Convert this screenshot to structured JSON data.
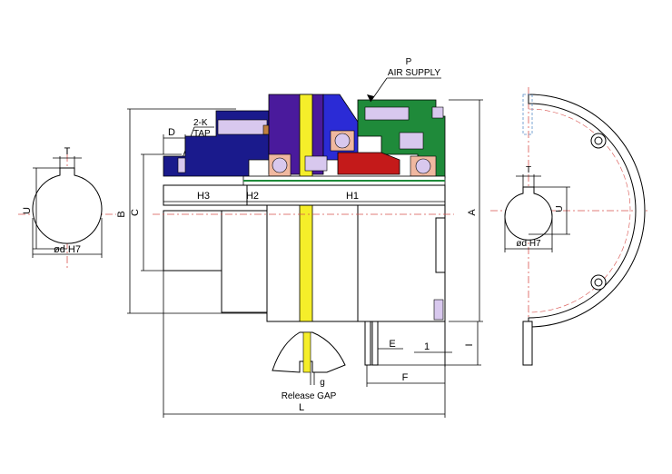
{
  "labels": {
    "T_left": "T",
    "U_left": "U",
    "B": "B",
    "C": "C",
    "D": "D",
    "tap_top": "2-K",
    "tap_bottom": "TAP",
    "H3": "H3",
    "H2": "H2",
    "H1": "H1",
    "P": "P",
    "air_supply": "AIR  SUPPLY",
    "A": "A",
    "E": "E",
    "one": "1",
    "I": "I",
    "F": "F",
    "g": "g",
    "release_gap": "Release  GAP",
    "L": "L",
    "d_left": "ød  H7",
    "T_right": "T",
    "U_right": "U",
    "d_right": "ød  H7"
  },
  "colors": {
    "navy": "#1a1a8c",
    "blue": "#2b2bd6",
    "violet": "#4a1a9c",
    "yellow": "#f5ee2a",
    "green": "#1f8a3a",
    "red": "#c41a1a",
    "bronze": "#c08040",
    "lavender": "#d8c8ee",
    "salmon": "#f0b8a0",
    "centerline": "#d9534f"
  }
}
